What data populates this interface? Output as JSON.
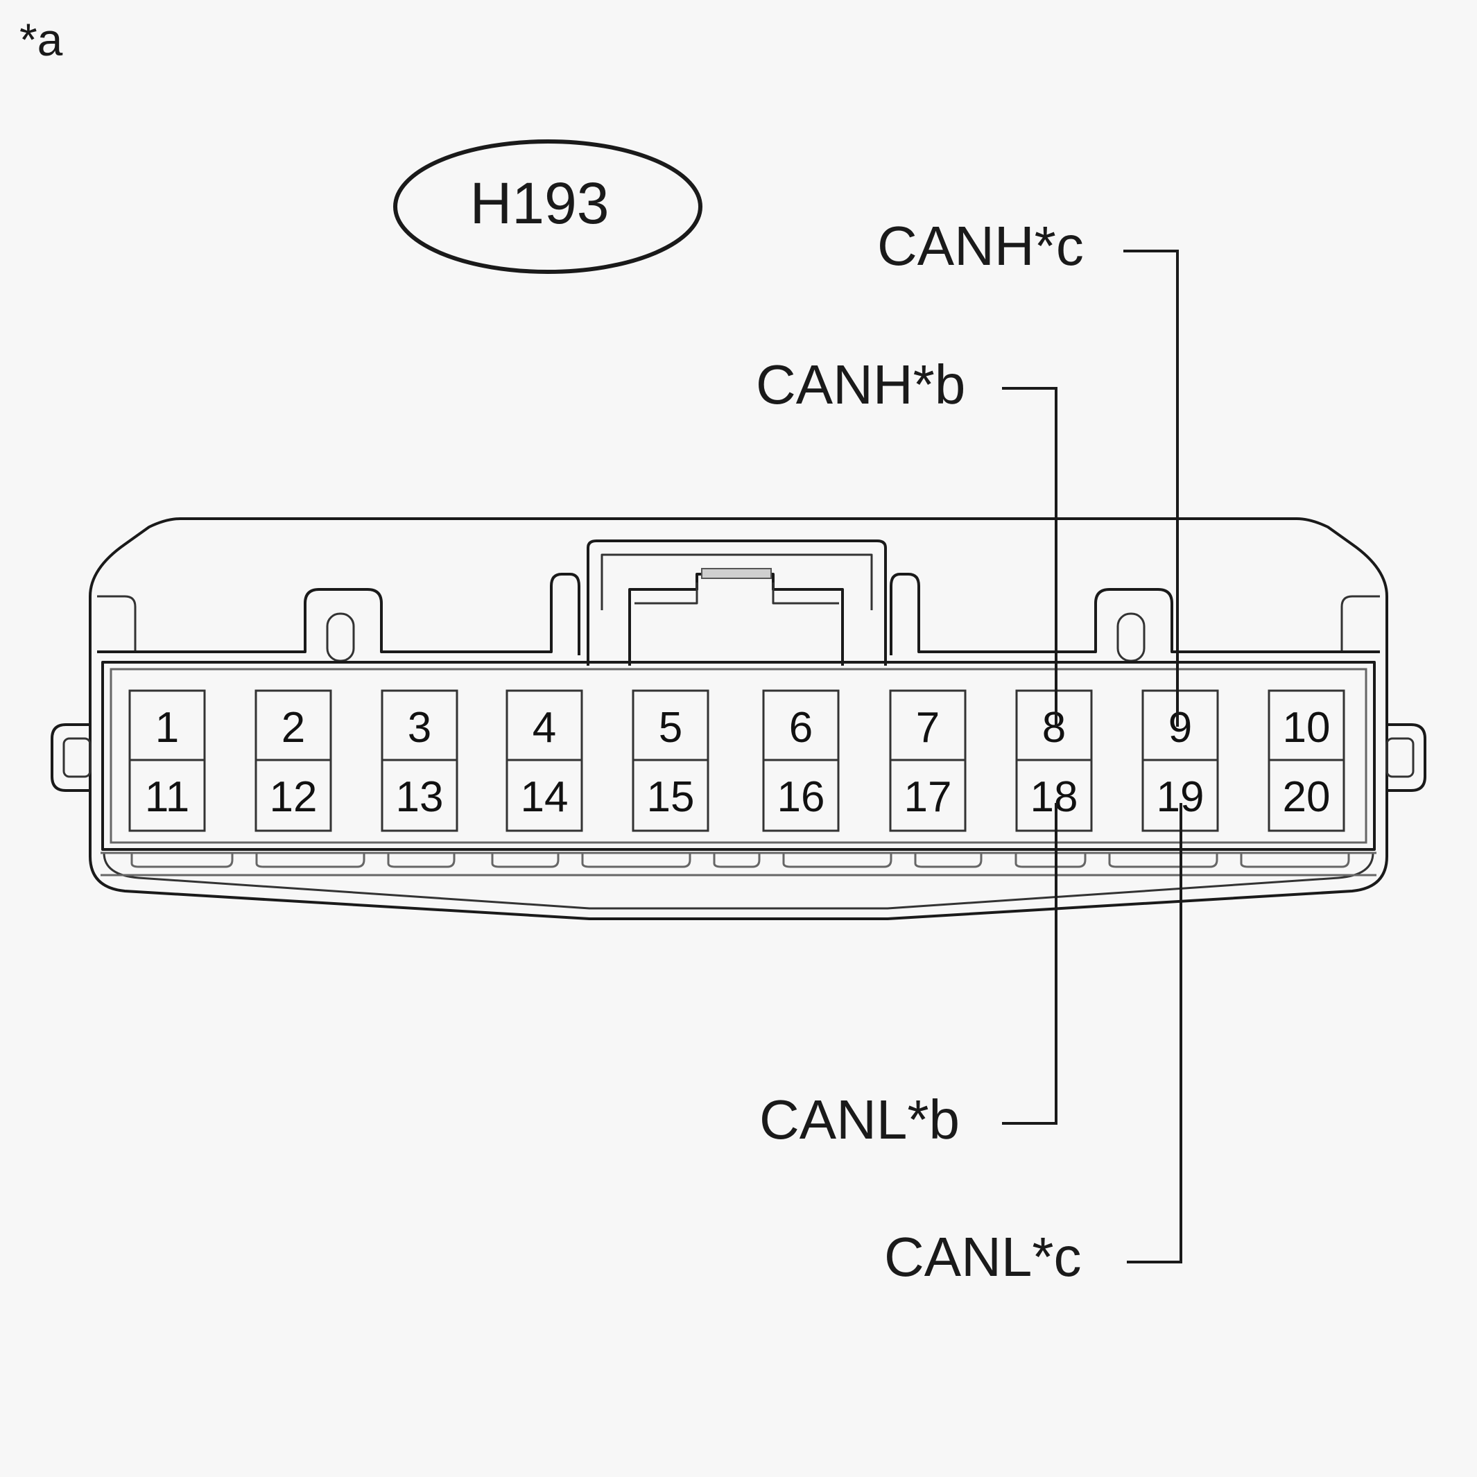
{
  "view_label": "*a",
  "connector_id": "H193",
  "pins_top": [
    "1",
    "2",
    "3",
    "4",
    "5",
    "6",
    "7",
    "8",
    "9",
    "10"
  ],
  "pins_bottom": [
    "11",
    "12",
    "13",
    "14",
    "15",
    "16",
    "17",
    "18",
    "19",
    "20"
  ],
  "callouts": {
    "canh_c": "CANH*c",
    "canh_b": "CANH*b",
    "canl_b": "CANL*b",
    "canl_c": "CANL*c"
  }
}
